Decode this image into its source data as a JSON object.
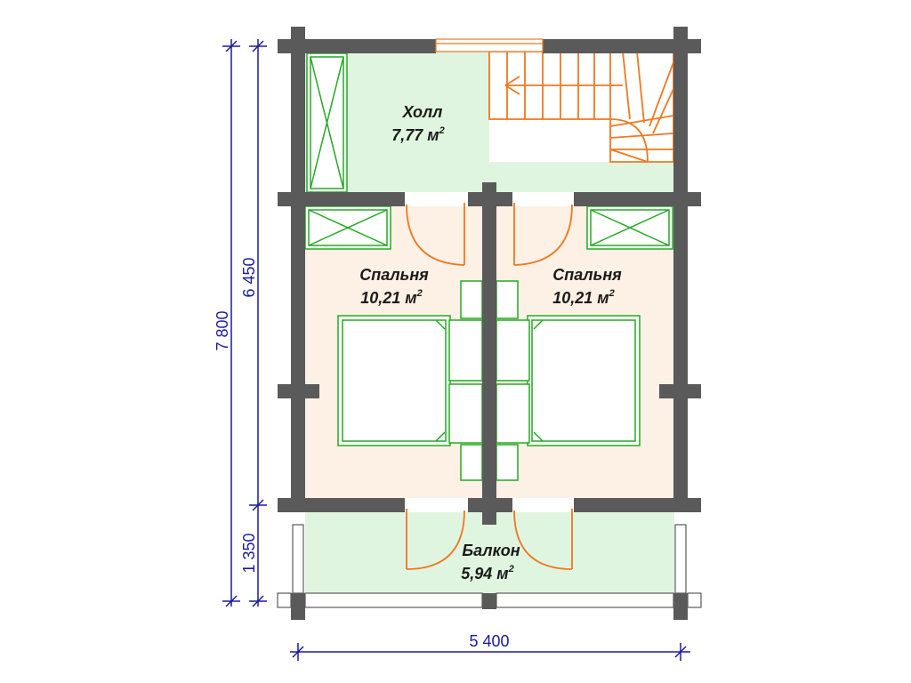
{
  "rooms": {
    "hall": {
      "name": "Холл",
      "area": "7,77 м",
      "sup": "2"
    },
    "bedroom_left": {
      "name": "Спальня",
      "area": "10,21 м",
      "sup": "2"
    },
    "bedroom_right": {
      "name": "Спальня",
      "area": "10,21 м",
      "sup": "2"
    },
    "balcony": {
      "name": "Балкон",
      "area": "5,94 м",
      "sup": "2"
    }
  },
  "dimensions": {
    "total_height": "7 800",
    "main_height": "6 450",
    "balcony_height": "1 350",
    "total_width": "5 400"
  },
  "colors": {
    "wall": "#5a5a5a",
    "hall_fill": "#e0f5e0",
    "bedroom_fill": "#fdf0e4",
    "balcony_fill": "#e0f5e0",
    "furniture": "#22aa22",
    "stairs": "#f07820",
    "door": "#f07820",
    "dimension": "#1a1aa0"
  }
}
